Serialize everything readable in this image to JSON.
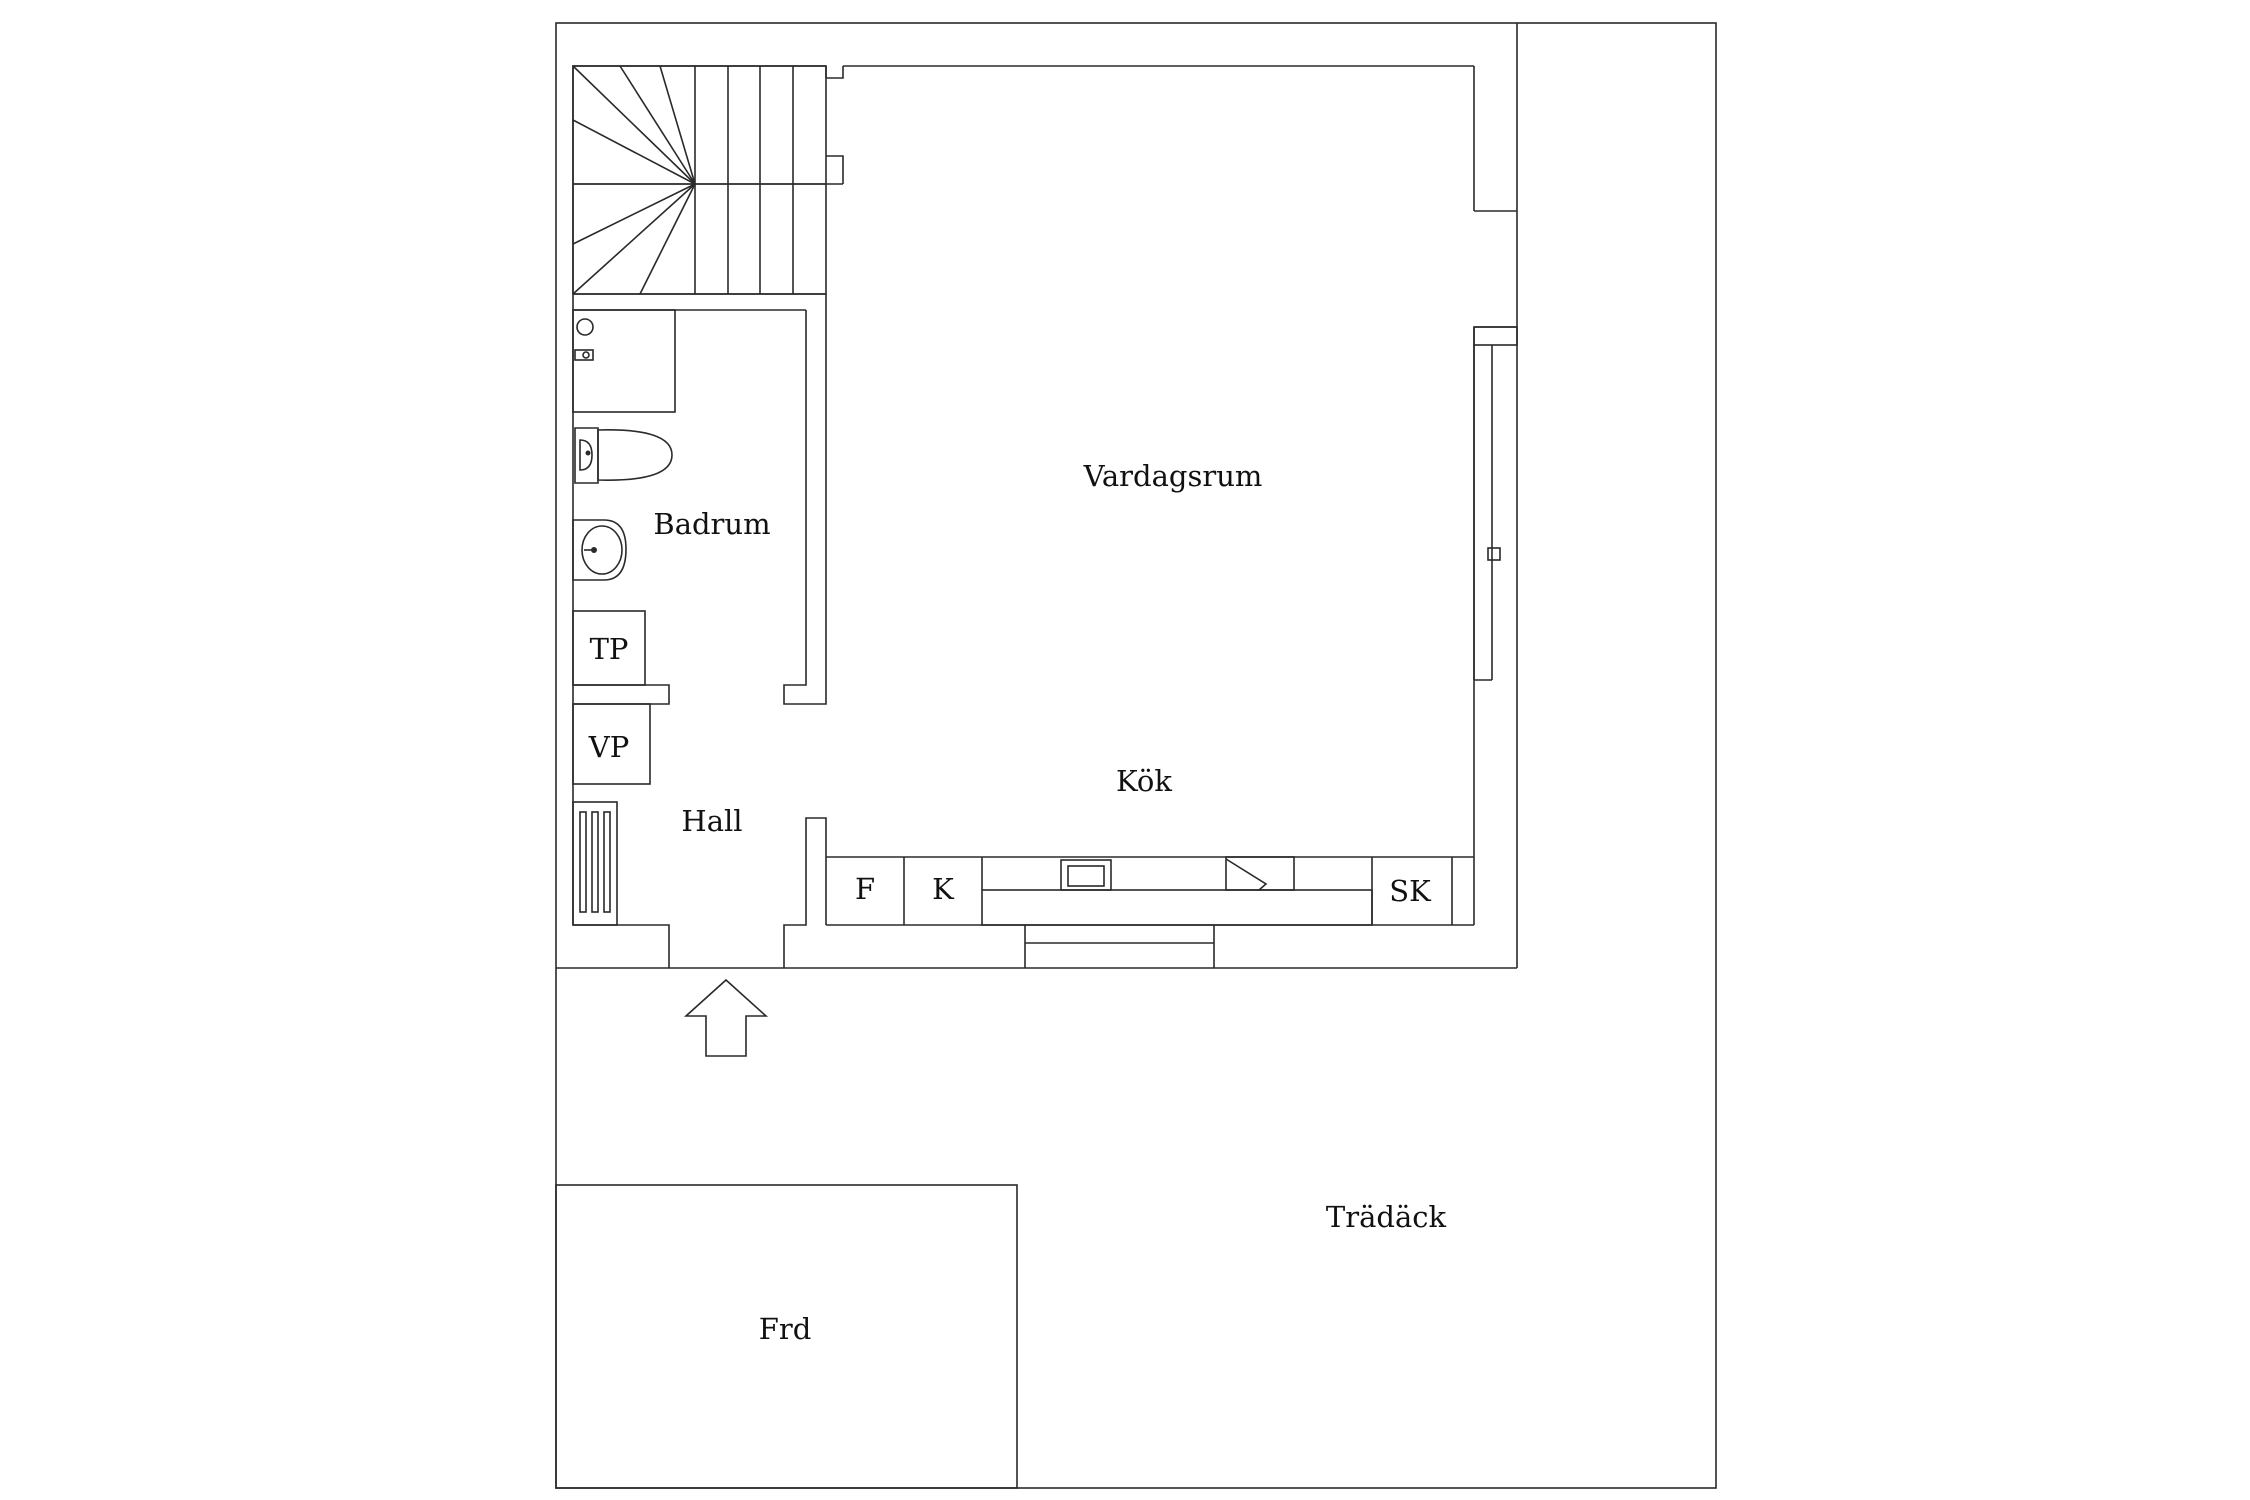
{
  "rooms": {
    "vardagsrum": "Vardagsrum",
    "badrum": "Badrum",
    "kok": "Kök",
    "hall": "Hall",
    "tradack": "Trädäck",
    "frd": "Frd"
  },
  "fixtures": {
    "tp": "TP",
    "vp": "VP",
    "f": "F",
    "k": "K",
    "sk": "SK"
  },
  "colors": {
    "line": "#2a2a2a",
    "background": "#ffffff"
  }
}
